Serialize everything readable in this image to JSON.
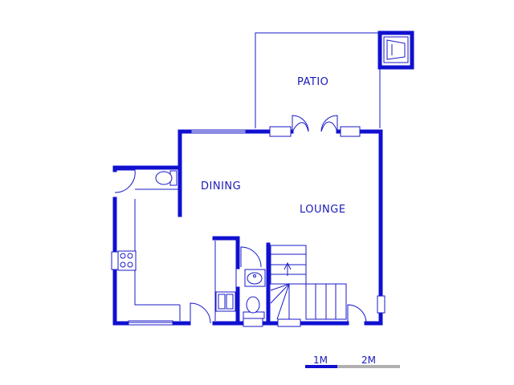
{
  "rooms": {
    "patio": "PATIO",
    "dining": "DINING",
    "lounge": "LOUNGE"
  },
  "scale": {
    "mark_1": "1M",
    "mark_2": "2M"
  },
  "colors": {
    "wall": "#1010d0",
    "line": "#1818c8",
    "scale_grey": "#b0b0b0"
  }
}
